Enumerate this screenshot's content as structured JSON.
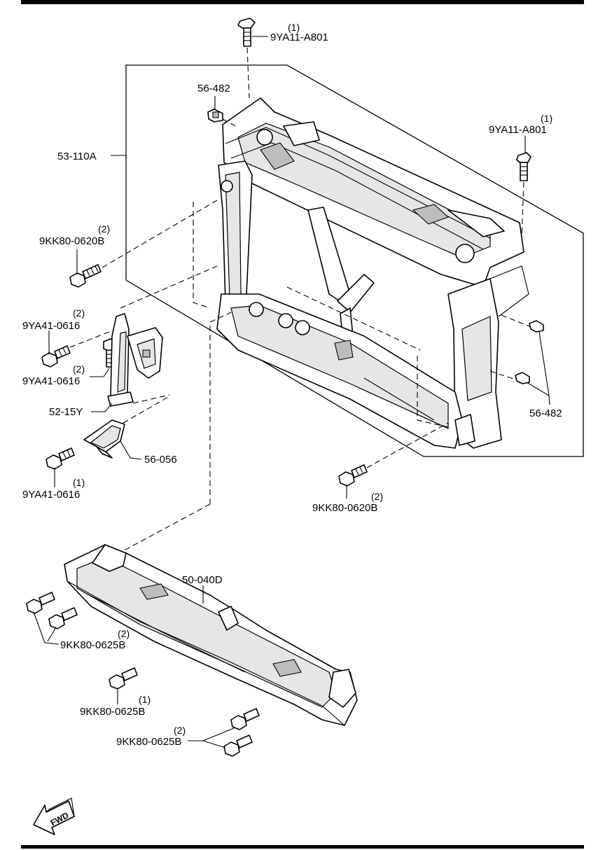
{
  "callouts": [
    {
      "id": "bolt-top",
      "code": "9YA11-A801",
      "qty": "(1)"
    },
    {
      "id": "nut-upper",
      "code": "56-482",
      "qty": ""
    },
    {
      "id": "panel",
      "code": "53-110A",
      "qty": ""
    },
    {
      "id": "bolt-right",
      "code": "9YA11-A801",
      "qty": "(1)"
    },
    {
      "id": "bolt-left-1",
      "code": "9KK80-0620B",
      "qty": "(2)"
    },
    {
      "id": "bolt-left-2",
      "code": "9YA41-0616",
      "qty": "(2)"
    },
    {
      "id": "bolt-left-3",
      "code": "9YA41-0616",
      "qty": "(2)"
    },
    {
      "id": "bracket",
      "code": "52-15Y",
      "qty": ""
    },
    {
      "id": "nut-lower",
      "code": "56-482",
      "qty": ""
    },
    {
      "id": "cover",
      "code": "56-056",
      "qty": ""
    },
    {
      "id": "bolt-left-4",
      "code": "9YA41-0616",
      "qty": "(1)"
    },
    {
      "id": "bolt-center",
      "code": "9KK80-0620B",
      "qty": "(2)"
    },
    {
      "id": "deflector",
      "code": "50-040D",
      "qty": ""
    },
    {
      "id": "bolt-lower-1",
      "code": "9KK80-0625B",
      "qty": "(2)"
    },
    {
      "id": "bolt-lower-2",
      "code": "9KK80-0625B",
      "qty": "(1)"
    },
    {
      "id": "bolt-lower-3",
      "code": "9KK80-0625B",
      "qty": "(2)"
    }
  ],
  "fwd_label": "FWD"
}
